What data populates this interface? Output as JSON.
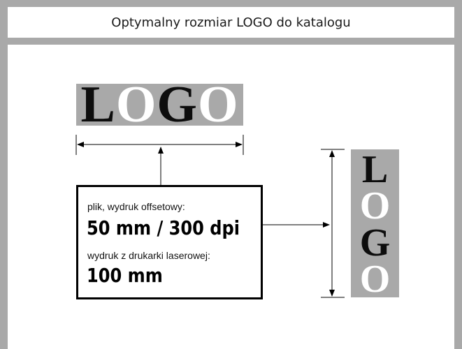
{
  "header": {
    "title": "Optymalny rozmiar LOGO do katalogu"
  },
  "logo_horizontal": {
    "letters": [
      {
        "char": "L",
        "color": "#0d0d0d"
      },
      {
        "char": "O",
        "color": "#ffffff"
      },
      {
        "char": "G",
        "color": "#0d0d0d"
      },
      {
        "char": "O",
        "color": "#ffffff"
      }
    ]
  },
  "logo_vertical": {
    "letters": [
      {
        "char": "L",
        "color": "#0d0d0d"
      },
      {
        "char": "O",
        "color": "#ffffff"
      },
      {
        "char": "G",
        "color": "#0d0d0d"
      },
      {
        "char": "O",
        "color": "#ffffff"
      }
    ]
  },
  "info": {
    "offset_label": "plik, wydruk offsetowy:",
    "offset_value": "50  mm / 300 dpi",
    "laser_label": "wydruk z drukarki laserowej:",
    "laser_value": "100  mm"
  },
  "colors": {
    "frame": "#a9a9a9",
    "logo_background": "#a9a9a9",
    "text": "#000000"
  }
}
